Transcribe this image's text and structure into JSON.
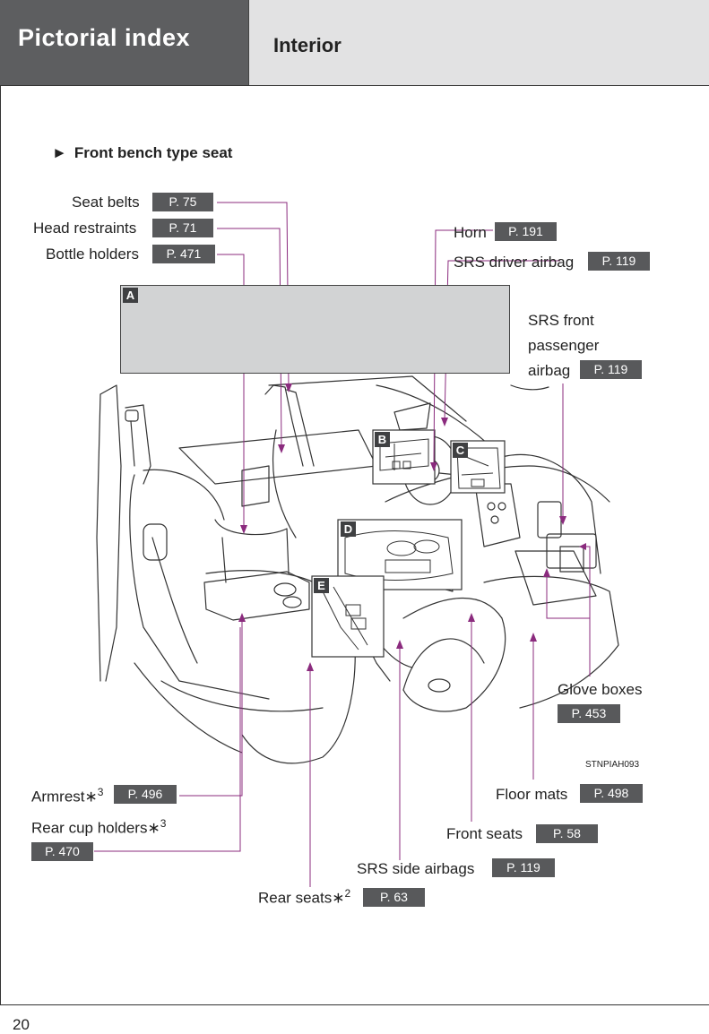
{
  "header": {
    "section": "Pictorial index",
    "title": "Interior"
  },
  "subsection": {
    "marker": "►",
    "title": "Front bench type seat"
  },
  "callouts": {
    "seat_belts": {
      "label": "Seat belts",
      "ref": "P. 75"
    },
    "head_restraints": {
      "label": "Head restraints",
      "ref": "P. 71"
    },
    "bottle_holders": {
      "label": "Bottle holders",
      "ref": "P. 471"
    },
    "horn": {
      "label": "Horn",
      "ref": "P. 191"
    },
    "srs_driver_airbag": {
      "label": "SRS driver airbag",
      "ref": "P. 119"
    },
    "srs_front_passenger_airbag": {
      "line1": "SRS front",
      "line2": "passenger",
      "line3": "airbag",
      "ref": "P. 119"
    },
    "glove_boxes": {
      "label": "Glove boxes",
      "ref": "P. 453"
    },
    "floor_mats": {
      "label": "Floor mats",
      "ref": "P. 498"
    },
    "front_seats": {
      "label": "Front seats",
      "ref": "P. 58"
    },
    "srs_side_airbags": {
      "label": "SRS side airbags",
      "ref": "P. 119"
    },
    "rear_seats": {
      "label": "Rear seats",
      "mark": "∗",
      "sup": "2",
      "ref": "P. 63"
    },
    "armrest": {
      "label": "Armrest",
      "mark": "∗",
      "sup": "3",
      "ref": "P. 496"
    },
    "rear_cup_holders": {
      "label": "Rear cup holders",
      "mark": "∗",
      "sup": "3",
      "ref": "P. 470"
    }
  },
  "badges": {
    "a": "A",
    "b": "B",
    "c": "C",
    "d": "D",
    "e": "E"
  },
  "image_code": "STNPIAH093",
  "page_number": "20",
  "colors": {
    "leader": "#8b2b7e",
    "ref_badge": "#58595b",
    "header_dark": "#5d5e60",
    "header_light": "#e2e2e3"
  }
}
